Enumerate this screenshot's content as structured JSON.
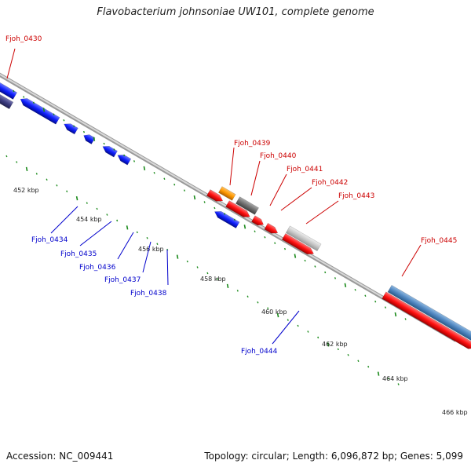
{
  "title": "Flavobacterium johnsoniae UW101, complete genome",
  "footer": {
    "accession": "Accession: NC_009441",
    "summary": "Topology: circular; Length: 6,096,872 bp; Genes: 5,099"
  },
  "colors": {
    "forward_red": "#ff1010",
    "reverse_blue": "#1020ff",
    "gray": "#707070",
    "light_gray": "#c8c8c8",
    "orange": "#ff9900",
    "steel_blue": "#4f86c0",
    "dark_slate": "#3c3c80",
    "purple": "#8070d0",
    "tick_green": "#1a8a1a",
    "label_red": "#cc0000",
    "label_blue": "#0000cc"
  },
  "ruler_labels": [
    "452 kbp",
    "454 kbp",
    "456 kbp",
    "458 kbp",
    "460 kbp",
    "462 kbp",
    "464 kbp",
    "466 kbp"
  ],
  "gene_labels_top": [
    "Fjoh_0430",
    "Fjoh_0439",
    "Fjoh_0440",
    "Fjoh_0441",
    "Fjoh_0442",
    "Fjoh_0443",
    "Fjoh_0445"
  ],
  "gene_labels_bottom": [
    "Fjoh_0434",
    "Fjoh_0435",
    "Fjoh_0436",
    "Fjoh_0437",
    "Fjoh_0438",
    "Fjoh_0444"
  ]
}
